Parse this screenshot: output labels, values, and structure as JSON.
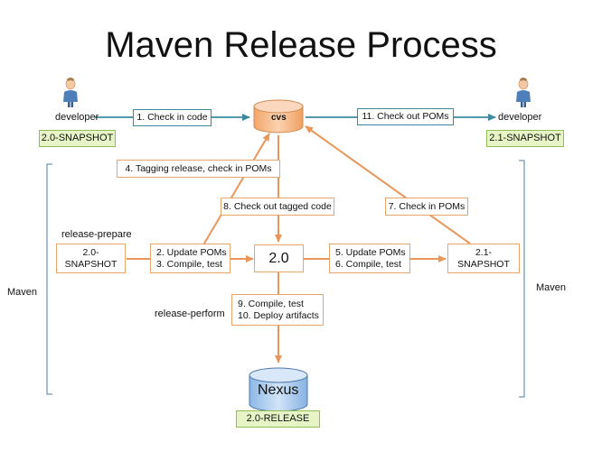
{
  "title": "Maven Release Process",
  "developer_left": "developer",
  "developer_right": "developer",
  "snapshot_left": "2.0-SNAPSHOT",
  "snapshot_right": "2.1-SNAPSHOT",
  "cvs": "cvs",
  "nexus": "Nexus",
  "release_badge": "2.0-RELEASE",
  "maven_left": "Maven",
  "maven_right": "Maven",
  "release_prepare": "release-prepare",
  "release_perform": "release-perform",
  "steps": {
    "s1": "1. Check in code",
    "s11": "11. Check out POMs",
    "s4": "4. Tagging release, check in POMs",
    "s8": "8. Check out tagged code",
    "s7": "7. Check in POMs",
    "s2": "2. Update POMs",
    "s3": "3. Compile, test",
    "s5": "5. Update POMs",
    "s6": "6. Compile, test",
    "s9": "9. Compile, test",
    "s10": "10. Deploy artifacts"
  },
  "nodes": {
    "snap20_line1": "2.0-",
    "snap20_line2": "SNAPSHOT",
    "v20": "2.0",
    "snap21_line1": "2.1-",
    "snap21_line2": "SNAPSHOT"
  },
  "colors": {
    "orange_border": "#e8a56a",
    "orange_arrow": "#e8965a",
    "teal": "#3d8aa0",
    "cvs_fill": "#f6b582",
    "nexus_fill": "#a9c9ec",
    "green_badge": "#e7f5c6"
  },
  "icons": [
    "person-icon",
    "cvs-cylinder-icon",
    "nexus-cylinder-icon"
  ]
}
